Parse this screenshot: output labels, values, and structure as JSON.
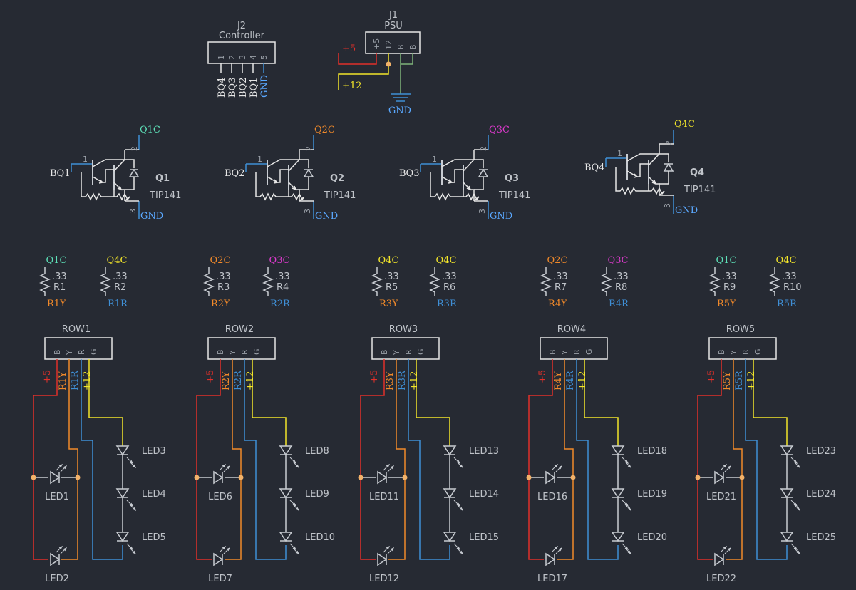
{
  "colors": {
    "background": "#262a33",
    "red": "#e0302a",
    "orange": "#f0892a",
    "blue": "#3f8fd6",
    "yellow": "#f2e52a",
    "cyan": "#5de0b8",
    "magenta": "#e03ad0",
    "white": "#e6e6e6",
    "junction": "#f2b26a"
  },
  "j2": {
    "ref": "J2",
    "value": "Controller",
    "pins": [
      "1",
      "2",
      "3",
      "4",
      "5"
    ],
    "nets": [
      "BQ4",
      "BQ3",
      "BQ2",
      "BQ1",
      "GND"
    ]
  },
  "j1": {
    "ref": "J1",
    "value": "PSU",
    "pins": [
      "+5",
      "12",
      "B",
      "B"
    ],
    "net_5": "+5",
    "net_12": "+12",
    "gnd": "GND"
  },
  "transistors": [
    {
      "ref": "Q1",
      "value": "TIP141",
      "base": "BQ1",
      "collector": "Q1C",
      "emitter": "GND",
      "pin1": "1",
      "pin2": "2",
      "pin3": "3",
      "collector_color": "#5de0b8"
    },
    {
      "ref": "Q2",
      "value": "TIP141",
      "base": "BQ2",
      "collector": "Q2C",
      "emitter": "GND",
      "pin1": "1",
      "pin2": "2",
      "pin3": "3",
      "collector_color": "#f0892a"
    },
    {
      "ref": "Q3",
      "value": "TIP141",
      "base": "BQ3",
      "collector": "Q3C",
      "emitter": "GND",
      "pin1": "1",
      "pin2": "2",
      "pin3": "3",
      "collector_color": "#e03ad0"
    },
    {
      "ref": "Q4",
      "value": "TIP141",
      "base": "BQ4",
      "collector": "Q4C",
      "emitter": "GND",
      "pin1": "1",
      "pin2": "2",
      "pin3": "3",
      "collector_color": "#f2e52a"
    }
  ],
  "resistors": [
    {
      "ref": "R1",
      "value": ".33",
      "top": "Q1C",
      "top_color": "#5de0b8",
      "bottom": "R1Y",
      "bottom_color": "#f0892a"
    },
    {
      "ref": "R2",
      "value": ".33",
      "top": "Q4C",
      "top_color": "#f2e52a",
      "bottom": "R1R",
      "bottom_color": "#3f8fd6"
    },
    {
      "ref": "R3",
      "value": ".33",
      "top": "Q2C",
      "top_color": "#f0892a",
      "bottom": "R2Y",
      "bottom_color": "#f0892a"
    },
    {
      "ref": "R4",
      "value": ".33",
      "top": "Q3C",
      "top_color": "#e03ad0",
      "bottom": "R2R",
      "bottom_color": "#3f8fd6"
    },
    {
      "ref": "R5",
      "value": ".33",
      "top": "Q4C",
      "top_color": "#f2e52a",
      "bottom": "R3Y",
      "bottom_color": "#f0892a"
    },
    {
      "ref": "R6",
      "value": ".33",
      "top": "Q4C",
      "top_color": "#f2e52a",
      "bottom": "R3R",
      "bottom_color": "#3f8fd6"
    },
    {
      "ref": "R7",
      "value": ".33",
      "top": "Q2C",
      "top_color": "#f0892a",
      "bottom": "R4Y",
      "bottom_color": "#f0892a"
    },
    {
      "ref": "R8",
      "value": ".33",
      "top": "Q3C",
      "top_color": "#e03ad0",
      "bottom": "R4R",
      "bottom_color": "#3f8fd6"
    },
    {
      "ref": "R9",
      "value": ".33",
      "top": "Q1C",
      "top_color": "#5de0b8",
      "bottom": "R5Y",
      "bottom_color": "#f0892a"
    },
    {
      "ref": "R10",
      "value": ".33",
      "top": "Q4C",
      "top_color": "#f2e52a",
      "bottom": "R5R",
      "bottom_color": "#3f8fd6"
    }
  ],
  "rows": [
    {
      "ref": "ROW1",
      "pins": [
        "B",
        "Y",
        "R",
        "G"
      ],
      "nets": [
        "+5",
        "R1Y",
        "R1R",
        "+12"
      ],
      "leds": [
        "LED1",
        "LED2",
        "LED3",
        "LED4",
        "LED5"
      ]
    },
    {
      "ref": "ROW2",
      "pins": [
        "B",
        "Y",
        "R",
        "G"
      ],
      "nets": [
        "+5",
        "R2Y",
        "R2R",
        "+12"
      ],
      "leds": [
        "LED6",
        "LED7",
        "LED8",
        "LED9",
        "LED10"
      ]
    },
    {
      "ref": "ROW3",
      "pins": [
        "B",
        "Y",
        "R",
        "G"
      ],
      "nets": [
        "+5",
        "R3Y",
        "R3R",
        "+12"
      ],
      "leds": [
        "LED11",
        "LED12",
        "LED13",
        "LED14",
        "LED15"
      ]
    },
    {
      "ref": "ROW4",
      "pins": [
        "B",
        "Y",
        "R",
        "G"
      ],
      "nets": [
        "+5",
        "R4Y",
        "R4R",
        "+12"
      ],
      "leds": [
        "LED16",
        "LED17",
        "LED18",
        "LED19",
        "LED20"
      ]
    },
    {
      "ref": "ROW5",
      "pins": [
        "B",
        "Y",
        "R",
        "G"
      ],
      "nets": [
        "+5",
        "R5Y",
        "R5R",
        "+12"
      ],
      "leds": [
        "LED21",
        "LED22",
        "LED23",
        "LED24",
        "LED25"
      ]
    }
  ]
}
